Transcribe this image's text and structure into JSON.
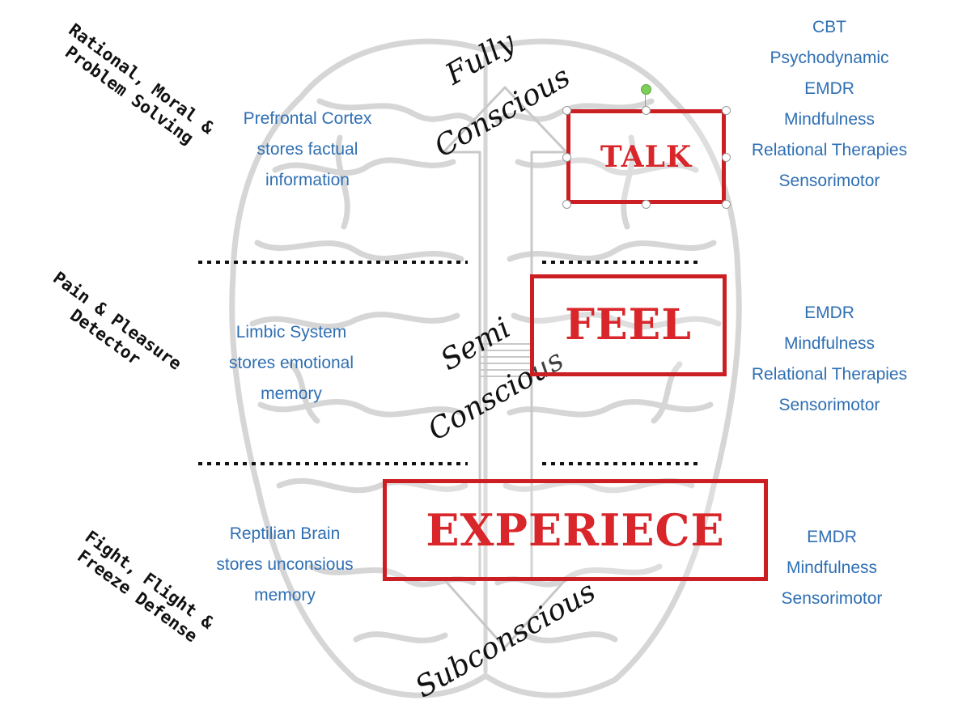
{
  "left_functions": [
    {
      "text": "Rational, Moral &\nProblem Solving"
    },
    {
      "text": "Pain & Pleasure\nDetector"
    },
    {
      "text": "Fight, Flight &\nFreeze Defense"
    }
  ],
  "brain_regions": [
    {
      "text": "Prefrontal Cortex\nstores factual\ninformation"
    },
    {
      "text": "Limbic System\nstores emotional\nmemory"
    },
    {
      "text": "Reptilian Brain\nstores unconsious\nmemory"
    }
  ],
  "consciousness": {
    "top_line1": "Fully",
    "top_line2": "Conscious",
    "mid_line1": "Semi",
    "mid_line2": "Conscious",
    "bottom": "Subconscious"
  },
  "levels": {
    "talk": "TALK",
    "feel": "FEEL",
    "experience": "EXPERIECE"
  },
  "therapies": {
    "talk": [
      "CBT",
      "Psychodynamic",
      "EMDR",
      "Mindfulness",
      "Relational Therapies",
      "Sensorimotor"
    ],
    "feel": [
      "EMDR",
      "Mindfulness",
      "Relational Therapies",
      "Sensorimotor"
    ],
    "experience": [
      "EMDR",
      "Mindfulness",
      "Sensorimotor"
    ]
  },
  "colors": {
    "box_border": "#cc1f24",
    "level_text": "#d9262a",
    "therapy_text": "#2f6fb3",
    "brain_outline": "#d6d6d6",
    "arrow": "#c8c8c8"
  }
}
